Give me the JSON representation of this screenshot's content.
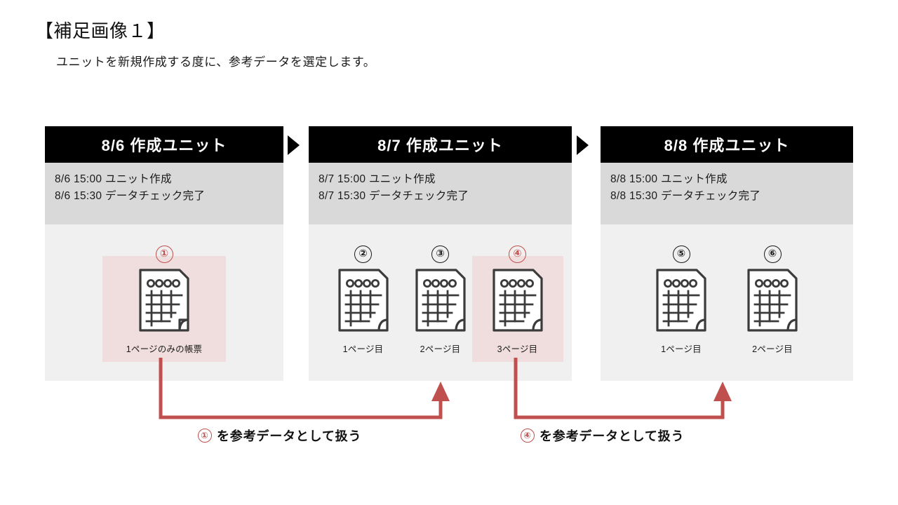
{
  "document": {
    "title": "【補足画像１】",
    "subtitle": "ユニットを新規作成する度に、参考データを選定します。"
  },
  "colors": {
    "header_bg": "#000000",
    "meta_bg": "#d9d9d9",
    "body_bg": "#f0f0f0",
    "highlight_bg": "#f0dede",
    "accent_red": "#c0504d",
    "text": "#1a1a1a"
  },
  "panels": [
    {
      "id": "unit-0806",
      "header": "8/6 作成ユニット",
      "meta_lines": [
        "8/6 15:00 ユニット作成",
        "8/6 15:30 データチェック完了"
      ],
      "cards": [
        {
          "badge": "①",
          "badge_color": "red",
          "label": "1ページのみの帳票",
          "highlighted": true,
          "icon": "document-table-icon"
        }
      ]
    },
    {
      "id": "unit-0807",
      "header": "8/7 作成ユニット",
      "meta_lines": [
        "8/7 15:00 ユニット作成",
        "8/7 15:30 データチェック完了"
      ],
      "cards": [
        {
          "badge": "②",
          "badge_color": "black",
          "label": "1ページ目",
          "highlighted": false,
          "icon": "document-table-icon"
        },
        {
          "badge": "③",
          "badge_color": "black",
          "label": "2ページ目",
          "highlighted": false,
          "icon": "document-table-icon"
        },
        {
          "badge": "④",
          "badge_color": "red",
          "label": "3ページ目",
          "highlighted": true,
          "icon": "document-table-icon"
        }
      ]
    },
    {
      "id": "unit-0808",
      "header": "8/8 作成ユニット",
      "meta_lines": [
        "8/8 15:00 ユニット作成",
        "8/8 15:30 データチェック完了"
      ],
      "cards": [
        {
          "badge": "⑤",
          "badge_color": "black",
          "label": "1ページ目",
          "highlighted": false,
          "icon": "document-table-icon"
        },
        {
          "badge": "⑥",
          "badge_color": "black",
          "label": "2ページ目",
          "highlighted": false,
          "icon": "document-table-icon"
        }
      ]
    }
  ],
  "separators": [
    {
      "name": "chevron-1",
      "icon": "play-triangle-icon"
    },
    {
      "name": "chevron-2",
      "icon": "play-triangle-icon"
    }
  ],
  "flows": [
    {
      "id": "flow-1",
      "from": "①",
      "caption_badge": "①",
      "caption_text": "を参考データとして扱う"
    },
    {
      "id": "flow-2",
      "from": "④",
      "caption_badge": "④",
      "caption_text": "を参考データとして扱う"
    }
  ]
}
